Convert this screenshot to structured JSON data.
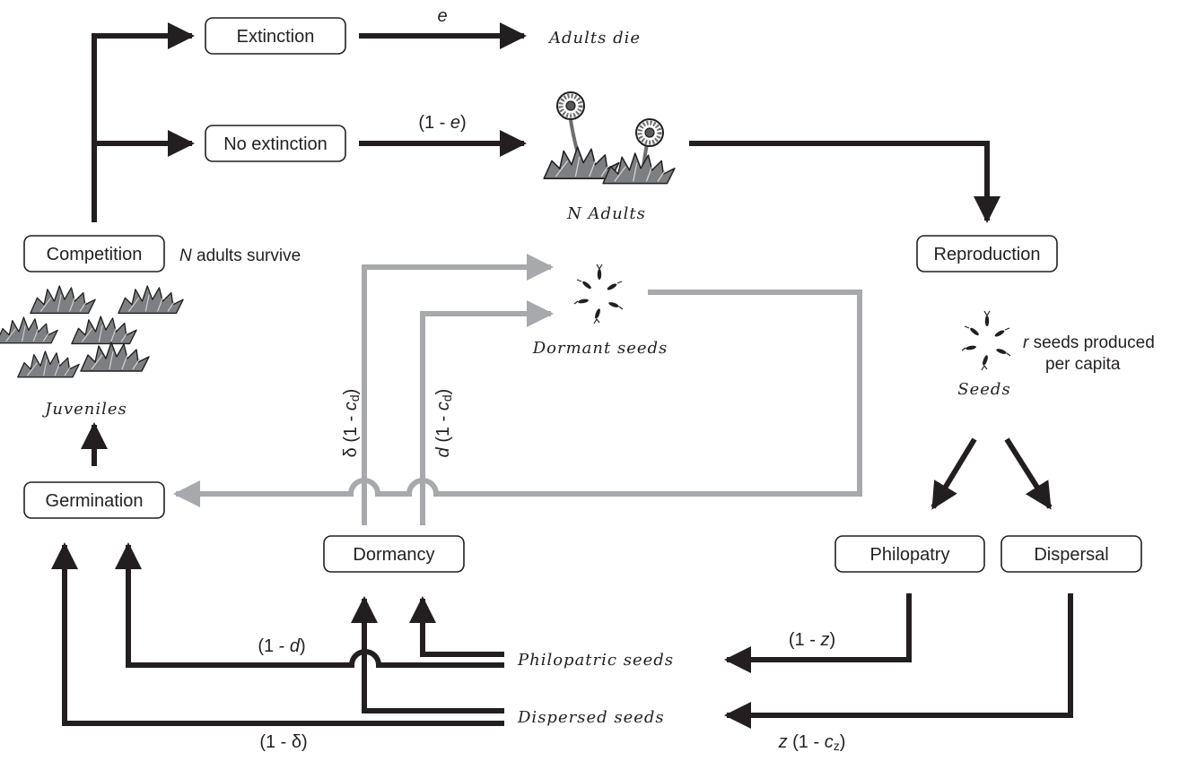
{
  "boxes": {
    "extinction": "Extinction",
    "no_extinction": "No extinction",
    "competition": "Competition",
    "reproduction": "Reproduction",
    "germination": "Germination",
    "dormancy": "Dormancy",
    "philopatry": "Philopatry",
    "dispersal": "Dispersal"
  },
  "stages": {
    "adults_die": "Adults die",
    "n_adults": "N Adults",
    "juveniles": "Juveniles",
    "dormant_seeds": "Dormant seeds",
    "seeds": "Seeds",
    "philopatric_seeds": "Philopatric seeds",
    "dispersed_seeds": "Dispersed seeds"
  },
  "notes": {
    "adults_survive_var": "N",
    "adults_survive_text": " adults survive",
    "seeds_produced_var": "r",
    "seeds_produced_line1": " seeds produced",
    "seeds_produced_line2": "per capita"
  },
  "rates": {
    "e_label": "e",
    "one_minus_e_prefix": "(1 - ",
    "one_minus_e_var": "e",
    "one_minus_e_suffix": ")",
    "one_minus_z_prefix": "(1 - ",
    "one_minus_z_var": "z",
    "one_minus_z_suffix": ")",
    "z_var": "z",
    "z_mid": " (1 - ",
    "z_c": "c",
    "z_sub": "z",
    "z_suffix": ")",
    "one_minus_d_prefix": "(1 - ",
    "one_minus_d_var": "d",
    "one_minus_d_suffix": ")",
    "one_minus_delta": "(1 - δ)",
    "delta_prefix": "δ (1 - ",
    "delta_c": "c",
    "delta_sub": "d",
    "delta_suffix": ")",
    "d_var": "d",
    "d_mid": " (1 - ",
    "d_c": "c",
    "d_sub": "d",
    "d_suffix": ")"
  },
  "colors": {
    "black_flow": "#231f20",
    "dormancy_flow": "#a7a9ac",
    "plant_leaf": "#7d7f82"
  },
  "icons": [
    "adult-plants-icon",
    "juvenile-plants-icon",
    "dormant-seeds-icon",
    "seeds-icon"
  ]
}
